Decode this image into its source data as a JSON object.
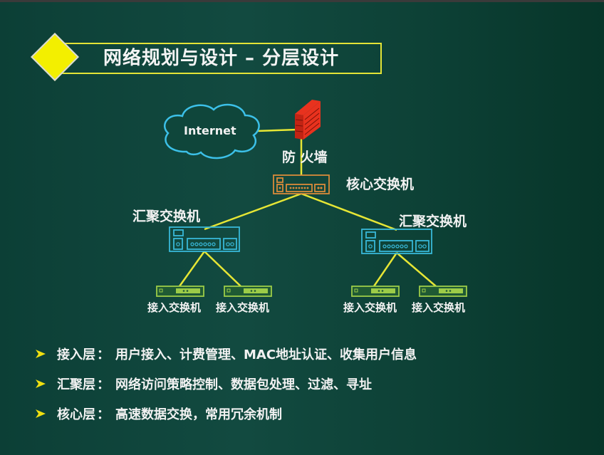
{
  "slide": {
    "title": "网络规划与设计 – 分层设计",
    "colors": {
      "background": "#0f463b",
      "accent_yellow": "#f3ef00",
      "link_line": "#e6e635",
      "cloud": "#3cc0e8",
      "firewall": "#e8321e",
      "core_switch": "#d98a3a",
      "aggregation_switch": "#38b8d8",
      "access_switch": "#9ccc48"
    }
  },
  "diagram": {
    "internet_label": "Internet",
    "firewall_label": "防 火墙",
    "core_switch_label": "核心交换机",
    "aggregation_left_label": "汇聚交换机",
    "aggregation_right_label": "汇聚交换机",
    "access_labels": [
      "接入交换机",
      "接入交换机",
      "接入交换机",
      "接入交换机"
    ]
  },
  "bullets": [
    {
      "icon": "arrow-bullet-icon",
      "label": "接入层",
      "sep": "：",
      "text": "用户接入、计费管理、MAC地址认证、收集用户信息"
    },
    {
      "icon": "arrow-bullet-icon",
      "label": "汇聚层",
      "sep": "：",
      "text": "网络访问策略控制、数据包处理、过滤、寻址"
    },
    {
      "icon": "arrow-bullet-icon",
      "label": "核心层",
      "sep": "：",
      "text": "高速数据交换，常用冗余机制"
    }
  ]
}
